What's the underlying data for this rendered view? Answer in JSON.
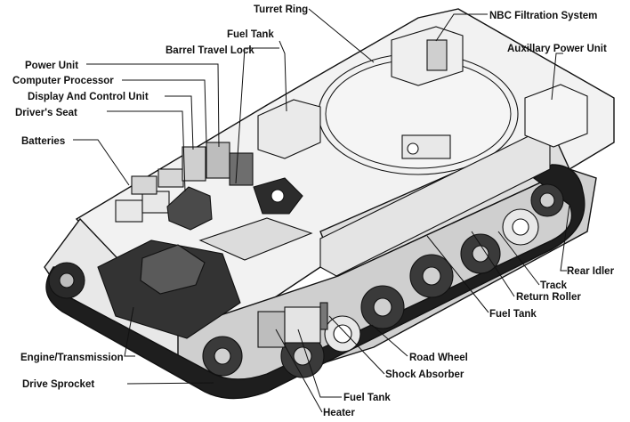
{
  "labels": {
    "turret_ring": "Turret Ring",
    "nbc_filtration_system": "NBC Filtration System",
    "fuel_tank_top": "Fuel Tank",
    "barrel_travel_lock": "Barrel Travel Lock",
    "auxillary_power_unit": "Auxillary Power Unit",
    "power_unit": "Power Unit",
    "computer_processor": "Computer Processor",
    "display_and_control_unit": "Display And Control Unit",
    "drivers_seat": "Driver's Seat",
    "batteries": "Batteries",
    "rear_idler": "Rear Idler",
    "track": "Track",
    "return_roller": "Return Roller",
    "fuel_tank_right": "Fuel Tank",
    "engine_transmission": "Engine/Transmission",
    "road_wheel": "Road Wheel",
    "shock_absorber": "Shock Absorber",
    "drive_sprocket": "Drive Sprocket",
    "fuel_tank_bottom": "Fuel Tank",
    "heater": "Heater"
  },
  "colors": {
    "background": "#ffffff",
    "ink": "#111111",
    "hull_light": "#f2f2f2",
    "hull_mid": "#cfcfcf",
    "hull_dark": "#3a3a3a",
    "track_dark": "#1e1e1e"
  }
}
